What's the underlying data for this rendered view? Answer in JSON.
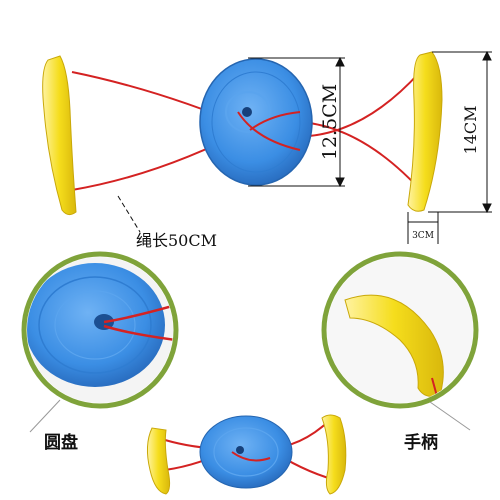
{
  "labels": {
    "rope_length": "绳长50CM",
    "disc_diameter": "12.5CM",
    "handle_height": "14CM",
    "handle_width": "3CM",
    "disc_caption": "圆盘",
    "handle_caption": "手柄"
  },
  "colors": {
    "disc_blue": "#3b8ee4",
    "handle_yellow": "#f5dd1c",
    "rope_red": "#d42222",
    "ring_green": "#7fa33a"
  }
}
